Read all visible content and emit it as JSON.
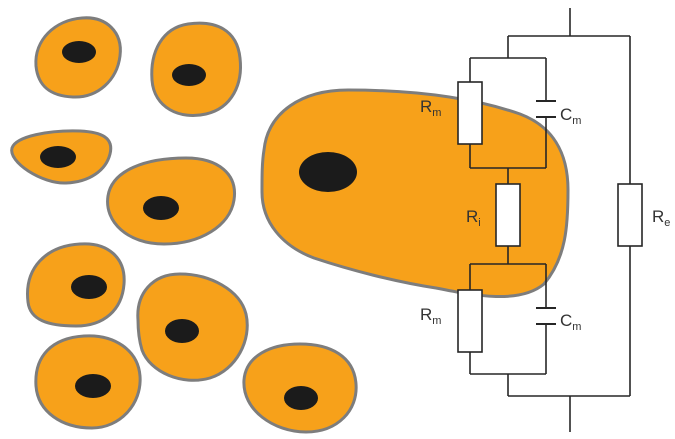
{
  "diagram": {
    "labels": {
      "rm_top": "R",
      "rm_top_sub": "m",
      "cm_top": "C",
      "cm_top_sub": "m",
      "ri": "R",
      "ri_sub": "i",
      "rm_bottom": "R",
      "rm_bottom_sub": "m",
      "cm_bottom": "C",
      "cm_bottom_sub": "m",
      "re": "R",
      "re_sub": "e"
    },
    "colors": {
      "cell_fill": "#f7a11a",
      "cell_outline": "#7d7d7d",
      "nucleus": "#1b1b1b",
      "wire": "#262626"
    }
  }
}
